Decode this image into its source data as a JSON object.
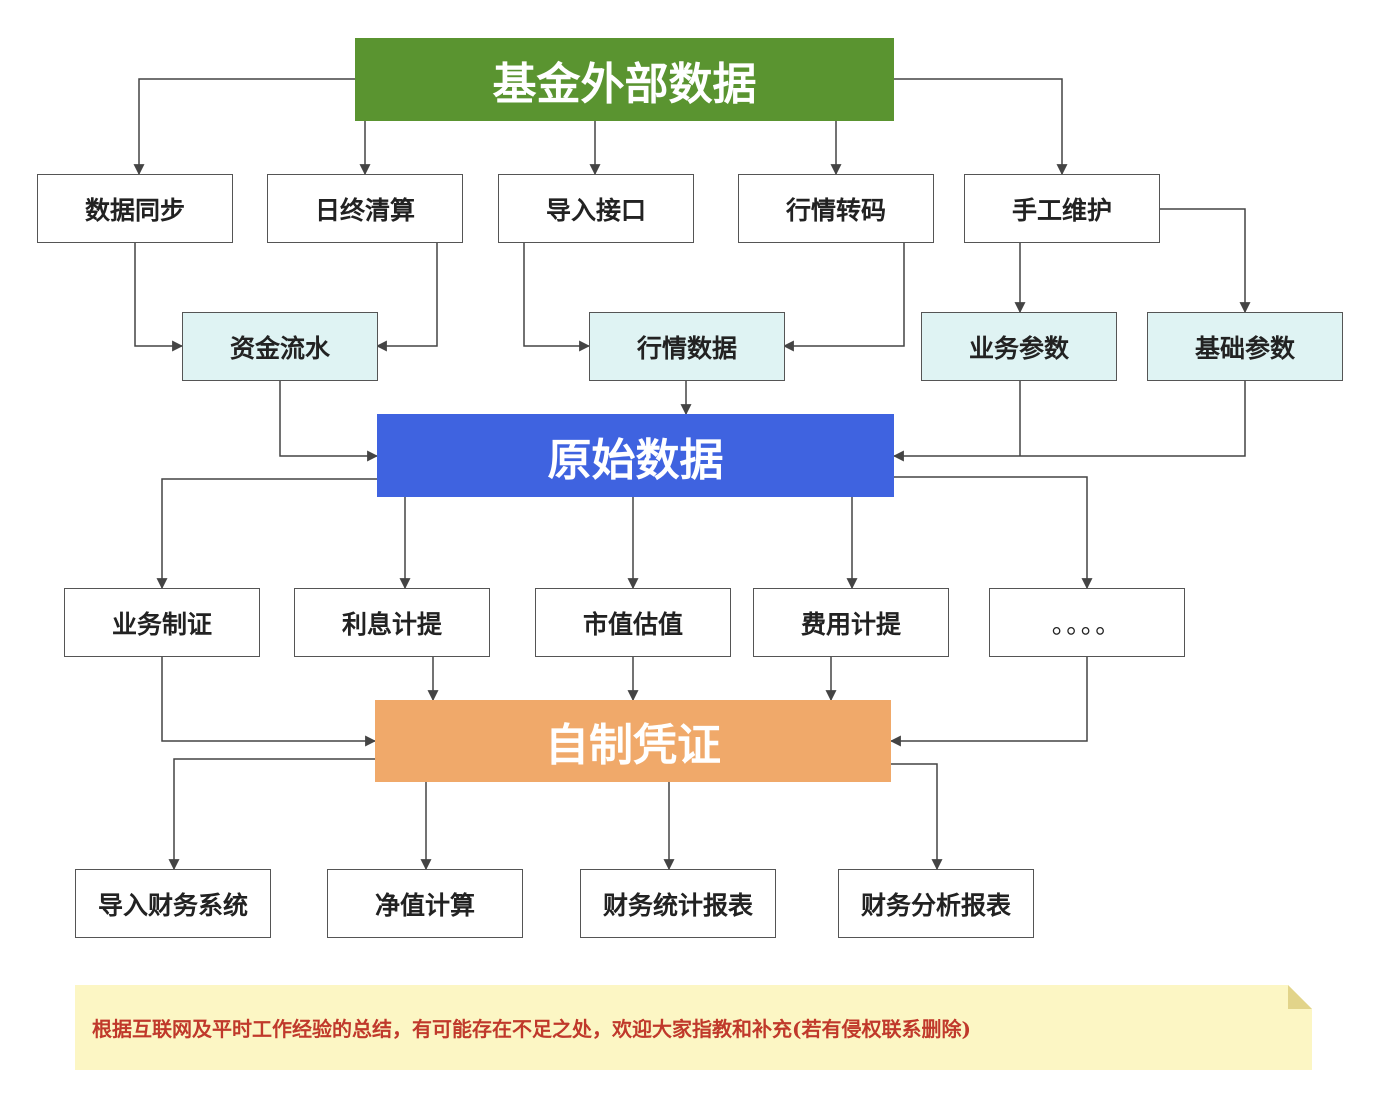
{
  "colors": {
    "green": "#5a9430",
    "blue": "#3f63e0",
    "orange": "#f0a96a",
    "subfill": "#dff3f3",
    "line": "#444444",
    "note_text": "#c0392b"
  },
  "nodes": {
    "top": "基金外部数据",
    "sync": "数据同步",
    "eod": "日终清算",
    "import_if": "导入接口",
    "quote_conv": "行情转码",
    "manual": "手工维护",
    "cashflow": "资金流水",
    "quotes": "行情数据",
    "biz_param": "业务参数",
    "base_param": "基础参数",
    "raw": "原始数据",
    "biz_voucher": "业务制证",
    "interest": "利息计提",
    "valuation": "市值估值",
    "fee": "费用计提",
    "more": "。。。。",
    "voucher": "自制凭证",
    "to_finance": "导入财务系统",
    "nav": "净值计算",
    "fin_stats": "财务统计报表",
    "fin_analysis": "财务分析报表"
  },
  "note": {
    "text": "根据互联网及平时工作经验的总结，有可能存在不足之处，欢迎大家指教和补充(若有侵权联系删除)"
  }
}
